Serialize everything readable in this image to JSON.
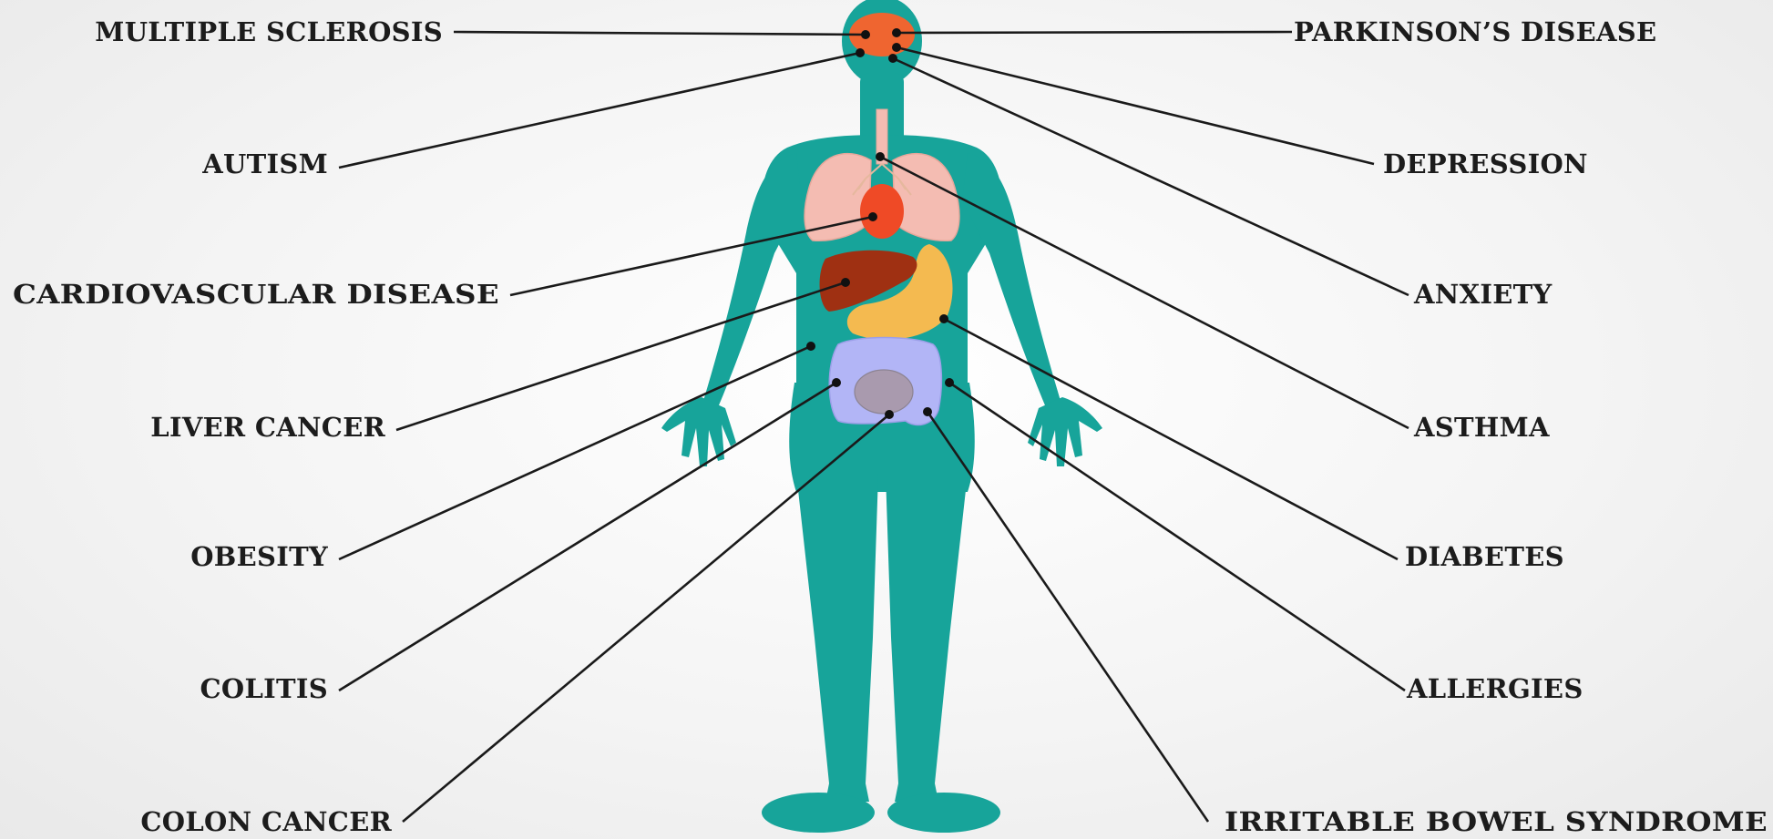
{
  "labels": {
    "multiple_sclerosis": "MULTIPLE SCLEROSIS",
    "autism": "AUTISM",
    "cardiovascular_disease": "CARDIOVASCULAR DISEASE",
    "liver_cancer": "LIVER CANCER",
    "obesity": "OBESITY",
    "colitis": "COLITIS",
    "colon_cancer": "COLON CANCER",
    "parkinsons_disease": "PARKINSON’S DISEASE",
    "depression": "DEPRESSION",
    "anxiety": "ANXIETY",
    "asthma": "ASTHMA",
    "diabetes": "DIABETES",
    "allergies": "ALLERGIES",
    "irritable_bowel_syndrome": "IRRITABLE BOWEL SYNDROME"
  },
  "colors": {
    "body": "#17a49a",
    "brain": "#ef6530",
    "lungs": "#f4bcb2",
    "heart": "#ef4a26",
    "liver": "#9f3012",
    "stomach": "#f4ba50",
    "intestine": "#b2b5f6",
    "small_intestine": "#a99aae"
  }
}
